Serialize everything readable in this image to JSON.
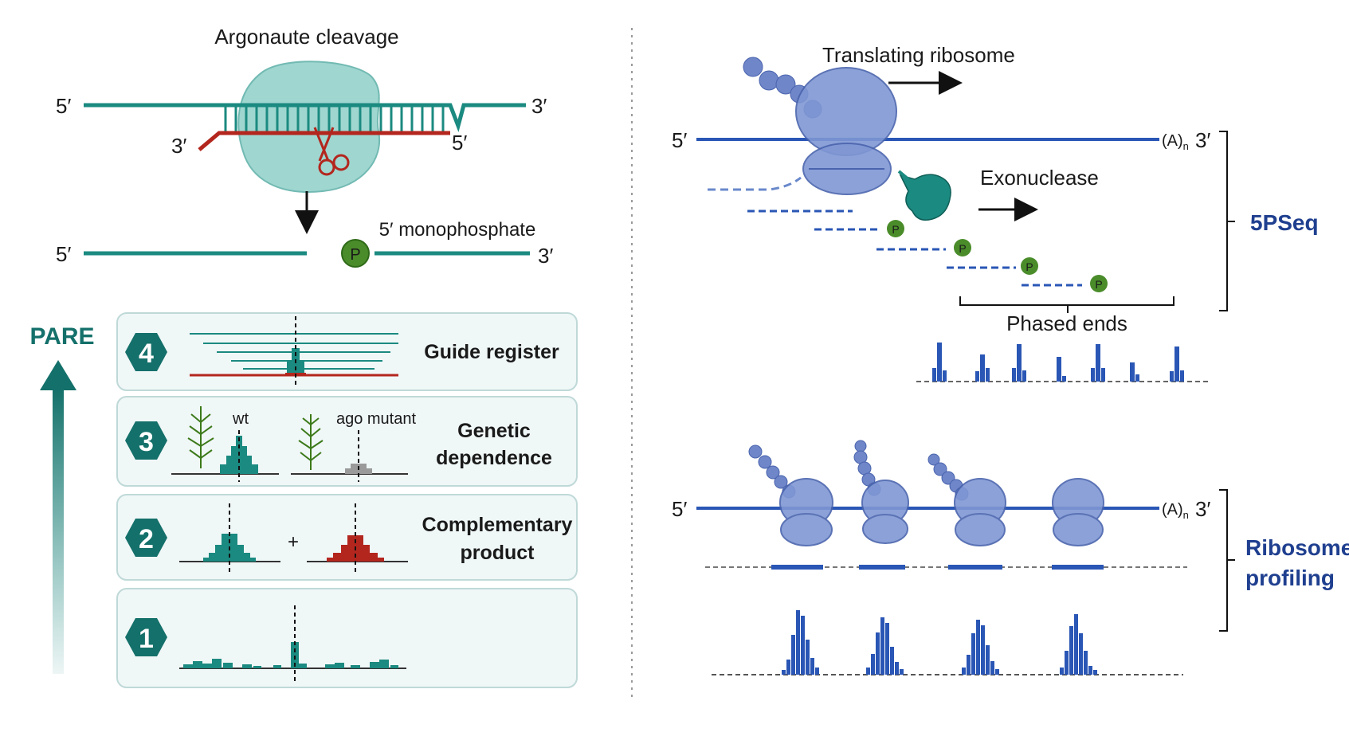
{
  "left_panel": {
    "argonaute": {
      "title": "Argonaute cleavage",
      "target_5p": "5′",
      "target_3p": "3′",
      "guide_3p": "3′",
      "guide_5p": "5′"
    },
    "products": {
      "left_5p": "5′",
      "right_3p": "3′",
      "phosphate_label": "5′ monophosphate",
      "phosphate_symbol": "P"
    },
    "pare_label": "PARE",
    "steps": [
      {
        "number": "1",
        "label_lines": []
      },
      {
        "number": "2",
        "label_lines": [
          "Complementary",
          "product"
        ],
        "plus": "+"
      },
      {
        "number": "3",
        "label_lines": [
          "Genetic",
          "dependence"
        ],
        "wt_label": "wt",
        "mutant_label": "ago mutant"
      },
      {
        "number": "4",
        "label_lines": [
          "Guide register"
        ]
      }
    ]
  },
  "right_panel": {
    "fivepseq": {
      "translating_label": "Translating ribosome",
      "exonuclease_label": "Exonuclease",
      "phased_label": "Phased ends",
      "bracket_label": "5PSeq",
      "mrna_5p": "5′",
      "polyA": "(A)",
      "polyA_sub": "n",
      "mrna_3p": "3′",
      "phosphate_symbol": "P"
    },
    "ribo_profiling": {
      "bracket_label_lines": [
        "Ribosome",
        "profiling"
      ],
      "mrna_5p": "5′",
      "polyA": "(A)",
      "polyA_sub": "n",
      "mrna_3p": "3′"
    }
  },
  "colors": {
    "teal": "#1b8a80",
    "teal_dark": "#14706a",
    "red": "#b3261e",
    "blue": "#2a56b5",
    "ribosome": "#7f97d4",
    "green_p": "#4a8c2a",
    "panel_bg": "#f0f7f7",
    "panel_border": "#bfd9d8"
  }
}
